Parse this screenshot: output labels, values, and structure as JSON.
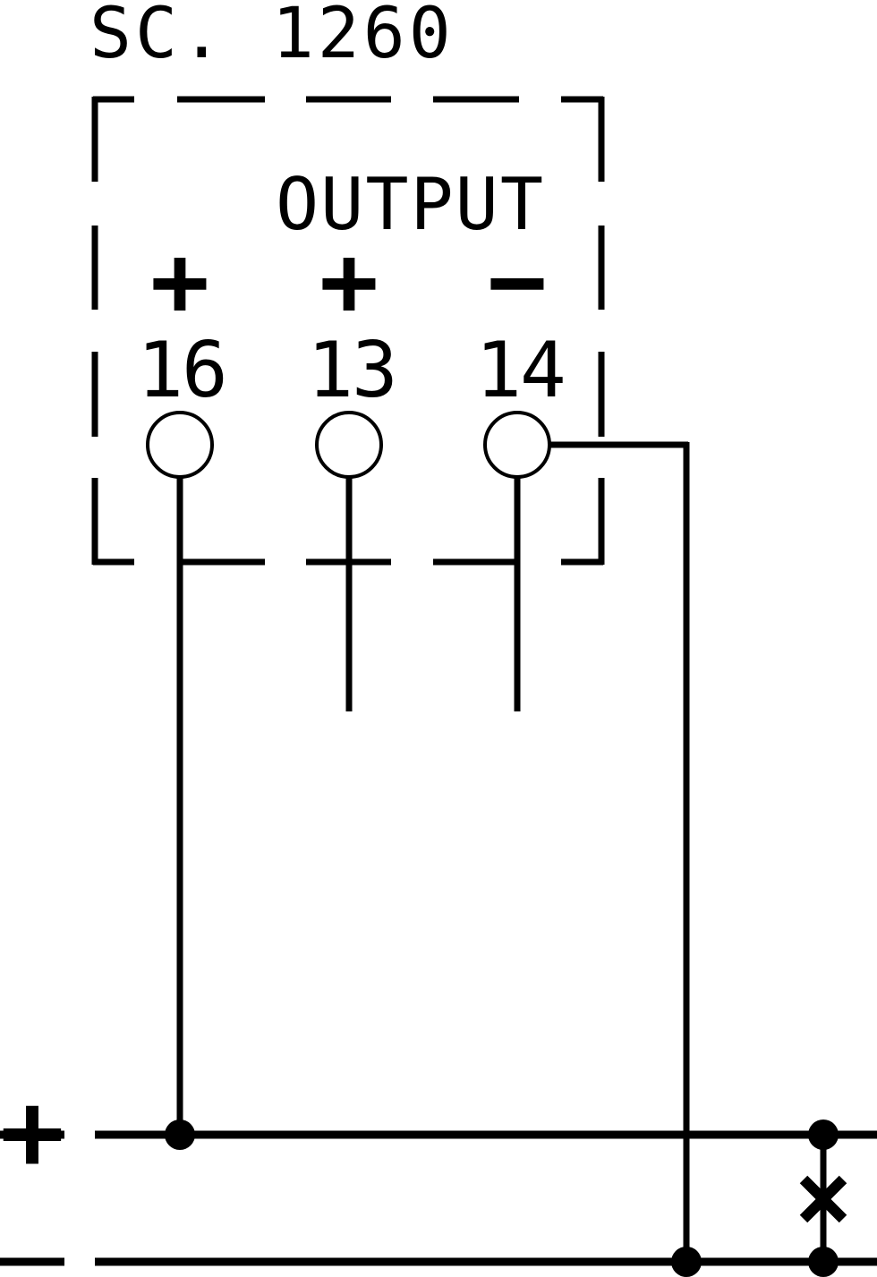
{
  "device": {
    "title": "SC. 1260",
    "output_label": "OUTPUT"
  },
  "terminals": [
    {
      "polarity": "+",
      "number": "16"
    },
    {
      "polarity": "+",
      "number": "13"
    },
    {
      "polarity": "−",
      "number": "14"
    }
  ],
  "supply": {
    "positive_symbol": "+",
    "negative_symbol": "−"
  },
  "colors": {
    "line": "#000000",
    "background": "#ffffff"
  }
}
